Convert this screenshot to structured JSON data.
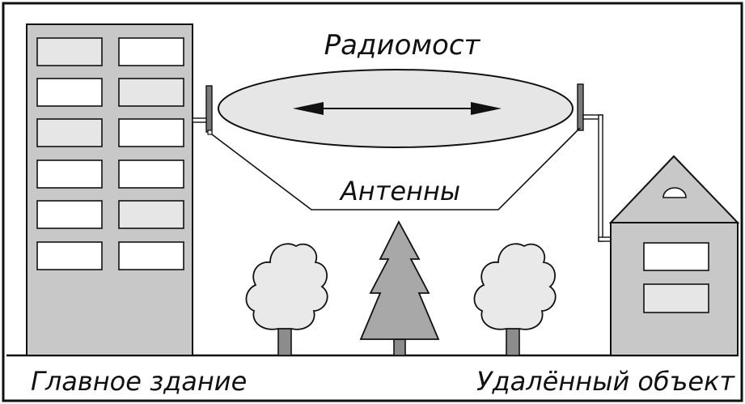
{
  "labels": {
    "radio_bridge": "Радиомост",
    "antennas": "Антенны",
    "main_building": "Главное здание",
    "remote_object": "Удалённый объект"
  },
  "colors": {
    "stroke": "#111111",
    "building_fill": "#c8c8c8",
    "window_fill": "#ffffff",
    "window_shaded": "#e6e6e6",
    "tree_fill": "#e9e9e9",
    "spruce_fill": "#a8a8a8",
    "trunk_fill": "#8c8c8c",
    "antenna_fill": "#7a7a7a",
    "ellipse_fill": "#e6e6e6"
  }
}
